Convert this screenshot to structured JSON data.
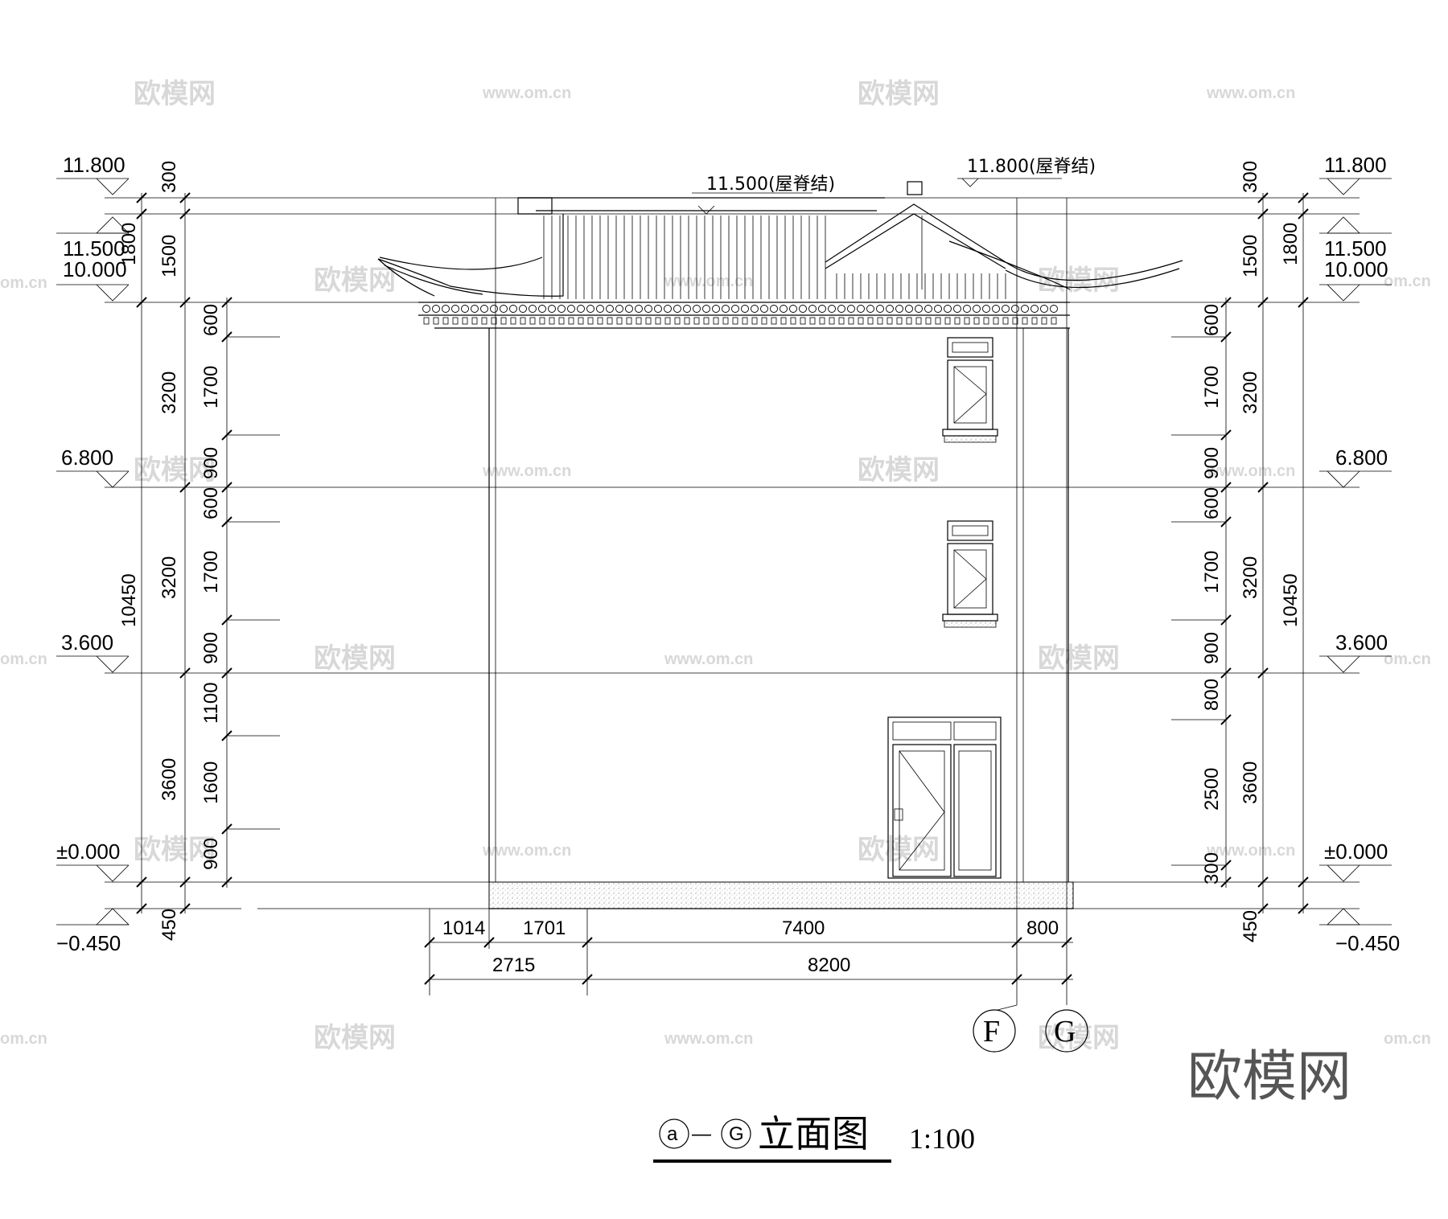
{
  "levels": {
    "ridge_top": "11.800",
    "ridge_mid": "11.500",
    "eave": "10.000",
    "floor3": "6.800",
    "floor2": "3.600",
    "ground": "±0.000",
    "outdoor": "−0.450"
  },
  "ridge_notes": {
    "left": "11.500(屋脊结)",
    "right": "11.800(屋脊结)"
  },
  "left_dims": {
    "outer": [
      "300",
      "1800",
      "10450",
      "450"
    ],
    "middle": [
      "1500",
      "3200",
      "3200",
      "3600"
    ],
    "inner": [
      "600",
      "1700",
      "900",
      "600",
      "1700",
      "900",
      "1100",
      "1600",
      "900"
    ]
  },
  "right_dims": {
    "outer": [
      "300",
      "1800",
      "10450",
      "450"
    ],
    "middle": [
      "1500",
      "3200",
      "3200",
      "3600"
    ],
    "inner": [
      "600",
      "1700",
      "900",
      "600",
      "1700",
      "900",
      "800",
      "2500",
      "300"
    ]
  },
  "bottom_dims": {
    "row1": [
      "1014",
      "1701",
      "7400",
      "800"
    ],
    "row2": [
      "2715",
      "8200"
    ]
  },
  "axes": {
    "f": "F",
    "g": "G"
  },
  "title": {
    "from_axis": "a",
    "dash": "—",
    "to_axis": "G",
    "name": "立面图",
    "scale": "1:100"
  },
  "watermarks": {
    "brand_cn": "欧模网",
    "url": "www.om.cn",
    "url_short": "om.cn",
    "url_left": "w.om.cn",
    "url_right": "www.om.cn"
  },
  "corner_brand": "欧模网"
}
